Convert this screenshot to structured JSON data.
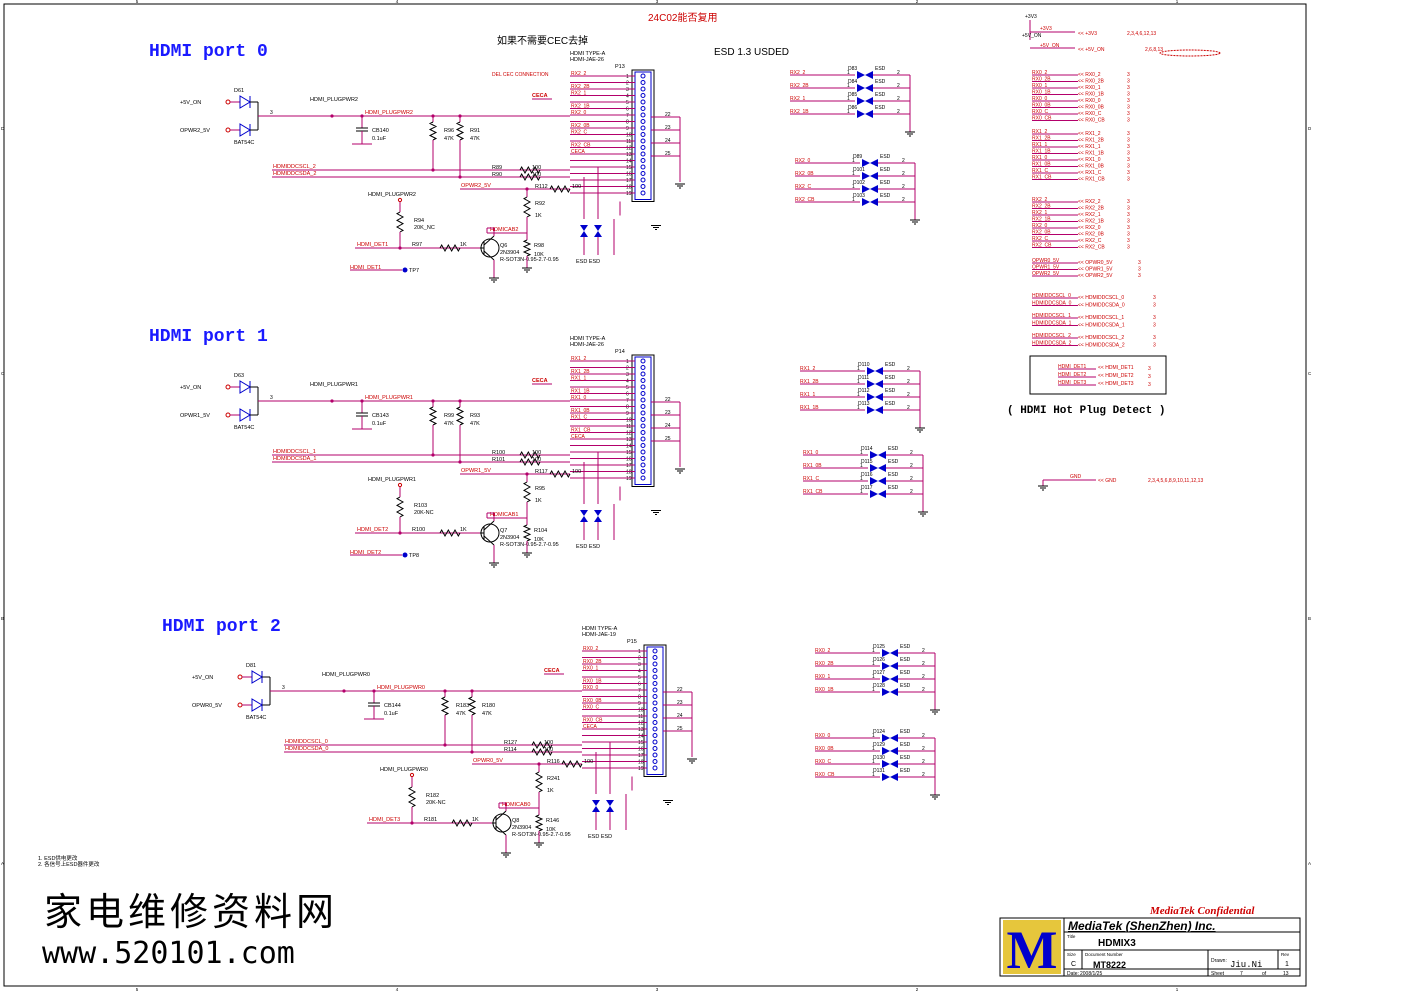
{
  "top_note": "24C02能否复用",
  "cec_note": "如果不需要CEC去掉",
  "cec_sub": "DEL CEC CONNECTION",
  "esd_note": "ESD 1.3 USDED",
  "ports": [
    {
      "title": "HDMI port 0",
      "conn_type": "HDMI TYPE-A",
      "conn_part": "HDMI-JAE-26",
      "conn_ref": "P13",
      "diode": "D61",
      "diode_part": "BAT54C",
      "pwr_in": "+5V_ON",
      "opwr": "OPWR2_5V",
      "plug": "HDMI_PLUGPWR2",
      "cap": "CB140",
      "cap_val": "0.1uF",
      "r_a": "R96",
      "r_b": "R91",
      "r_val": "47K",
      "scl": "HDMIDDCSCL_2",
      "sda": "HDMIDDCSDA_2",
      "r_scl": "R89",
      "r_sda": "R90",
      "r_opwr": "R112",
      "r_cab": "R92",
      "r_cab_val": "1K",
      "cab": "HDMICAB2",
      "r_nc": "R94",
      "r_nc_val": "20K_NC",
      "det": "HDMI_DET1",
      "r_det": "R97",
      "r_det_val": "1K",
      "q": "Q6",
      "q_part": "2N3904",
      "q_pkg": "R-SOT3N-0.95-2.7-0.95",
      "r_e": "R98",
      "r_e_val": "10K",
      "tp_net": "HDMI_DET1",
      "tp": "TP7",
      "pins": [
        "RX2_2",
        "",
        "RX2_2B",
        "RX2_1",
        "",
        "RX2_1B",
        "RX2_0",
        "",
        "RX2_0B",
        "RX2_C",
        "",
        "RX2_CB",
        "CECA",
        "",
        "",
        ""
      ]
    },
    {
      "title": "HDMI port 1",
      "conn_type": "HDMI TYPE-A",
      "conn_part": "HDMI-JAE-26",
      "conn_ref": "P14",
      "diode": "D63",
      "diode_part": "BAT54C",
      "pwr_in": "+5V_ON",
      "opwr": "OPWR1_5V",
      "plug": "HDMI_PLUGPWR1",
      "cap": "CB143",
      "cap_val": "0.1uF",
      "r_a": "R99",
      "r_b": "R93",
      "r_val": "47K",
      "scl": "HDMIDDCSCL_1",
      "sda": "HDMIDDCSDA_1",
      "r_scl": "R100",
      "r_sda": "R101",
      "r_opwr": "R117",
      "r_cab": "R95",
      "r_cab_val": "1K",
      "cab": "HDMICAB1",
      "r_nc": "R103",
      "r_nc_val": "20K-NC",
      "det": "HDMI_DET2",
      "r_det": "R100",
      "r_det_val": "1K",
      "q": "Q7",
      "q_part": "2N3904",
      "q_pkg": "R-SOT3N-0.95-2.7-0.95",
      "r_e": "R104",
      "r_e_val": "10K",
      "tp_net": "HDMI_DET2",
      "tp": "TP8",
      "pins": [
        "RX1_2",
        "",
        "RX1_2B",
        "RX1_1",
        "",
        "RX1_1B",
        "RX1_0",
        "",
        "RX1_0B",
        "RX1_C",
        "",
        "RX1_CB",
        "CECA",
        "",
        "",
        ""
      ]
    },
    {
      "title": "HDMI port 2",
      "conn_type": "HDMI TYPE-A",
      "conn_part": "HDMI-JAE-19",
      "conn_ref": "P15",
      "diode": "D81",
      "diode_part": "BAT54C",
      "pwr_in": "+5V_ON",
      "opwr": "OPWR0_5V",
      "plug": "HDMI_PLUGPWR0",
      "cap": "CB144",
      "cap_val": "0.1uF",
      "r_a": "R183",
      "r_b": "R180",
      "r_val": "47K",
      "scl": "HDMIDDCSCL_0",
      "sda": "HDMIDDCSDA_0",
      "r_scl": "R127",
      "r_sda": "R114",
      "r_opwr": "R116",
      "r_cab": "R241",
      "r_cab_val": "1K",
      "cab": "HDMICAB0",
      "r_nc": "R182",
      "r_nc_val": "20K-NC",
      "det": "HDMI_DET3",
      "r_det": "R181",
      "r_det_val": "1K",
      "q": "Q8",
      "q_part": "2N3904",
      "q_pkg": "R-SOT3N-0.95-2.7-0.95",
      "r_e": "R146",
      "r_e_val": "10K",
      "tp_net": "",
      "tp": "",
      "pins": [
        "RX0_2",
        "",
        "RX0_2B",
        "RX0_1",
        "",
        "RX0_1B",
        "RX0_0",
        "",
        "RX0_0B",
        "RX0_C",
        "",
        "RX0_CB",
        "CECA",
        "",
        "",
        ""
      ]
    }
  ],
  "esd_groups": [
    {
      "refs": [
        "D83",
        "D84",
        "D85",
        "D86"
      ],
      "nets": [
        "RX2_2",
        "RX2_2B",
        "RX2_1",
        "RX2_1B"
      ]
    },
    {
      "refs": [
        "D89",
        "D101",
        "D102",
        "D103"
      ],
      "nets": [
        "RX2_0",
        "RX2_0B",
        "RX2_C",
        "RX2_CB"
      ]
    },
    {
      "refs": [
        "D110",
        "D111",
        "D112",
        "D113"
      ],
      "nets": [
        "RX1_2",
        "RX1_2B",
        "RX1_1",
        "RX1_1B"
      ]
    },
    {
      "refs": [
        "D114",
        "D115",
        "D116",
        "D117"
      ],
      "nets": [
        "RX1_0",
        "RX1_0B",
        "RX1_C",
        "RX1_CB"
      ]
    },
    {
      "refs": [
        "D125",
        "D126",
        "D127",
        "D128"
      ],
      "nets": [
        "RX0_2",
        "RX0_2B",
        "RX0_1",
        "RX0_1B"
      ]
    },
    {
      "refs": [
        "D124",
        "D129",
        "D130",
        "D131"
      ],
      "nets": [
        "RX0_0",
        "RX0_0B",
        "RX0_C",
        "RX0_CB"
      ]
    }
  ],
  "esd_label": "ESD",
  "right_power": [
    {
      "net": "+3V3",
      "pages": "2,3,4,6,12,13"
    },
    {
      "net": "+5V_ON",
      "pages": "2,6,8,13"
    }
  ],
  "right_nets": [
    [
      "RX0_2",
      "RX0_2B",
      "RX0_1",
      "RX0_1B",
      "RX0_0",
      "RX0_0B",
      "RX0_C",
      "RX0_CB"
    ],
    [
      "RX1_2",
      "RX1_2B",
      "RX1_1",
      "RX1_1B",
      "RX1_0",
      "RX1_0B",
      "RX1_C",
      "RX1_CB"
    ],
    [
      "RX2_2",
      "RX2_2B",
      "RX2_1",
      "RX2_1B",
      "RX2_0",
      "RX2_0B",
      "RX2_C",
      "RX2_CB"
    ],
    [
      "OPWR0_5V",
      "OPWR1_5V",
      "OPWR2_5V"
    ],
    [
      "HDMIDDCSCL_0",
      "HDMIDDCSDA_0",
      "HDMIDDCSCL_1",
      "HDMIDDCSDA_1",
      "HDMIDDCSCL_2",
      "HDMIDDCSDA_2"
    ]
  ],
  "page_ref": "3",
  "hot_plug": {
    "nets": [
      "HDMI_DET1",
      "HDMI_DET2",
      "HDMI_DET3"
    ],
    "label": "( HDMI Hot Plug Detect )"
  },
  "gnd": {
    "net": "GND",
    "pages": "2,3,4,5,6,8,9,10,11,12,13"
  },
  "notes": [
    "1. ESD供电更改",
    "2. 各信号上ESD器件更改"
  ],
  "watermark": {
    "line1": "家电维修资料网",
    "line2": "www.520101.com"
  },
  "title_block": {
    "confidential": "MediaTek Confidential",
    "company": "MediaTek (ShenZhen) Inc.",
    "title_label": "Title",
    "title": "HDMIX3",
    "size_label": "Size",
    "size": "C",
    "doc_label": "Document Number",
    "doc": "MT8222",
    "rev_label": "Rev",
    "rev": "1",
    "date_label": "Date:",
    "date": "2008/1/25",
    "drawn_label": "Drawn:",
    "drawn": "Jiu.Ni",
    "sheet_label": "Sheet",
    "sheet": "7",
    "of": "of",
    "sheets": "13",
    "logo": "M"
  },
  "border_cols": [
    "5",
    "4",
    "3",
    "2",
    "1"
  ],
  "border_rows": [
    "D",
    "C",
    "B",
    "A"
  ]
}
